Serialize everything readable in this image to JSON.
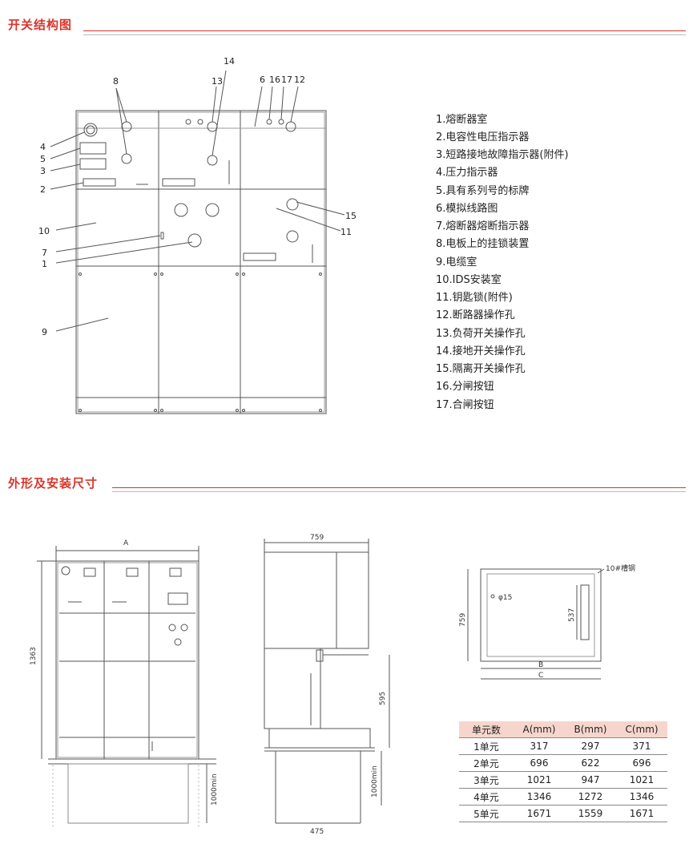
{
  "section1": {
    "title": "开关结构图"
  },
  "section2": {
    "title": "外形及安装尺寸"
  },
  "legend": [
    "1.熔断器室",
    "2.电容性电压指示器",
    "3.短路接地故障指示器(附件)",
    "4.压力指示器",
    "5.具有系列号的标牌",
    "6.模拟线路图",
    "7.熔断器熔断指示器",
    "8.电板上的挂锁装置",
    "9.电缆室",
    "10.IDS安装室",
    "11.钥匙锁(附件)",
    "12.断路器操作孔",
    "13.负荷开关操作孔",
    "14.接地开关操作孔",
    "15.隔离开关操作孔",
    "16.分闸按钮",
    "17.合闸按钮"
  ],
  "callouts": {
    "c1": "1",
    "c2": "2",
    "c3": "3",
    "c4": "4",
    "c5": "5",
    "c6": "6",
    "c7": "7",
    "c8": "8",
    "c9": "9",
    "c10": "10",
    "c11": "11",
    "c12": "12",
    "c13": "13",
    "c14": "14",
    "c15": "15",
    "c16": "16",
    "c17": "17"
  },
  "front_dims": {
    "width": "A",
    "height": "1363",
    "depth": "1000min"
  },
  "side_dims": {
    "depth": "759",
    "height": "595",
    "foundation": "1000min",
    "base": "475"
  },
  "plan_dims": {
    "depth": "759",
    "inner": "537",
    "channel": "10#槽钢",
    "hole": "φ15",
    "b": "B",
    "c": "C"
  },
  "table": {
    "headers": [
      "单元数",
      "A(mm)",
      "B(mm)",
      "C(mm)"
    ],
    "rows": [
      [
        "1单元",
        "317",
        "297",
        "371"
      ],
      [
        "2单元",
        "696",
        "622",
        "696"
      ],
      [
        "3单元",
        "1021",
        "947",
        "1021"
      ],
      [
        "4单元",
        "1346",
        "1272",
        "1346"
      ],
      [
        "5单元",
        "1671",
        "1559",
        "1671"
      ]
    ]
  }
}
